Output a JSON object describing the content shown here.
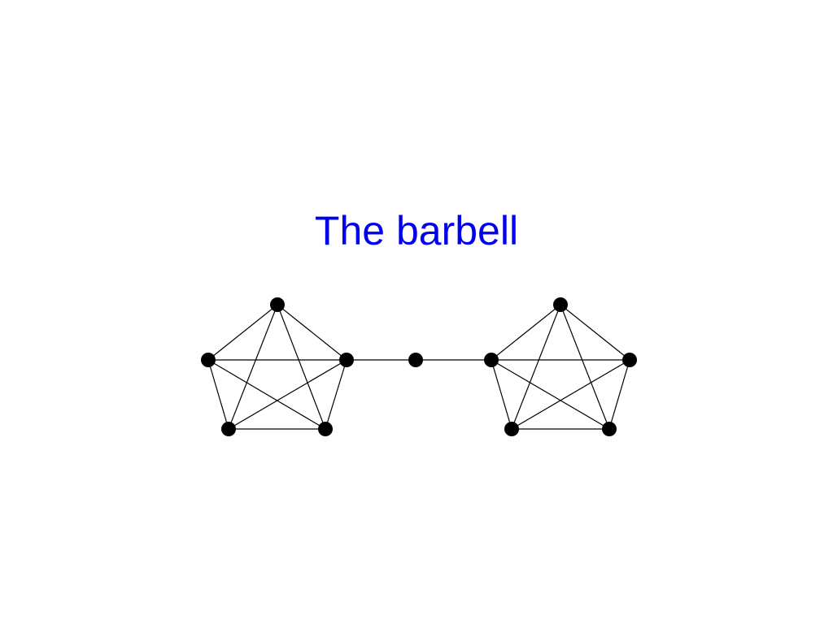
{
  "slide": {
    "title": "The barbell"
  },
  "colors": {
    "title": "#0000ee",
    "edge": "#000000",
    "node": "#000000",
    "background": "#ffffff"
  },
  "graph": {
    "description_type": "barbell graph: two complete graphs K5 joined by a path through one middle vertex",
    "nodes": [
      {
        "id": "L1"
      },
      {
        "id": "L2"
      },
      {
        "id": "L3"
      },
      {
        "id": "L4"
      },
      {
        "id": "L5"
      },
      {
        "id": "M"
      },
      {
        "id": "R1"
      },
      {
        "id": "R2"
      },
      {
        "id": "R3"
      },
      {
        "id": "R4"
      },
      {
        "id": "R5"
      }
    ],
    "edges": [
      [
        "L1",
        "L2"
      ],
      [
        "L1",
        "L3"
      ],
      [
        "L1",
        "L4"
      ],
      [
        "L1",
        "L5"
      ],
      [
        "L2",
        "L3"
      ],
      [
        "L2",
        "L4"
      ],
      [
        "L2",
        "L5"
      ],
      [
        "L3",
        "L4"
      ],
      [
        "L3",
        "L5"
      ],
      [
        "L4",
        "L5"
      ],
      [
        "L3",
        "M"
      ],
      [
        "M",
        "R2"
      ],
      [
        "R1",
        "R2"
      ],
      [
        "R1",
        "R3"
      ],
      [
        "R1",
        "R4"
      ],
      [
        "R1",
        "R5"
      ],
      [
        "R2",
        "R3"
      ],
      [
        "R2",
        "R4"
      ],
      [
        "R2",
        "R5"
      ],
      [
        "R3",
        "R4"
      ],
      [
        "R3",
        "R5"
      ],
      [
        "R4",
        "R5"
      ]
    ]
  }
}
